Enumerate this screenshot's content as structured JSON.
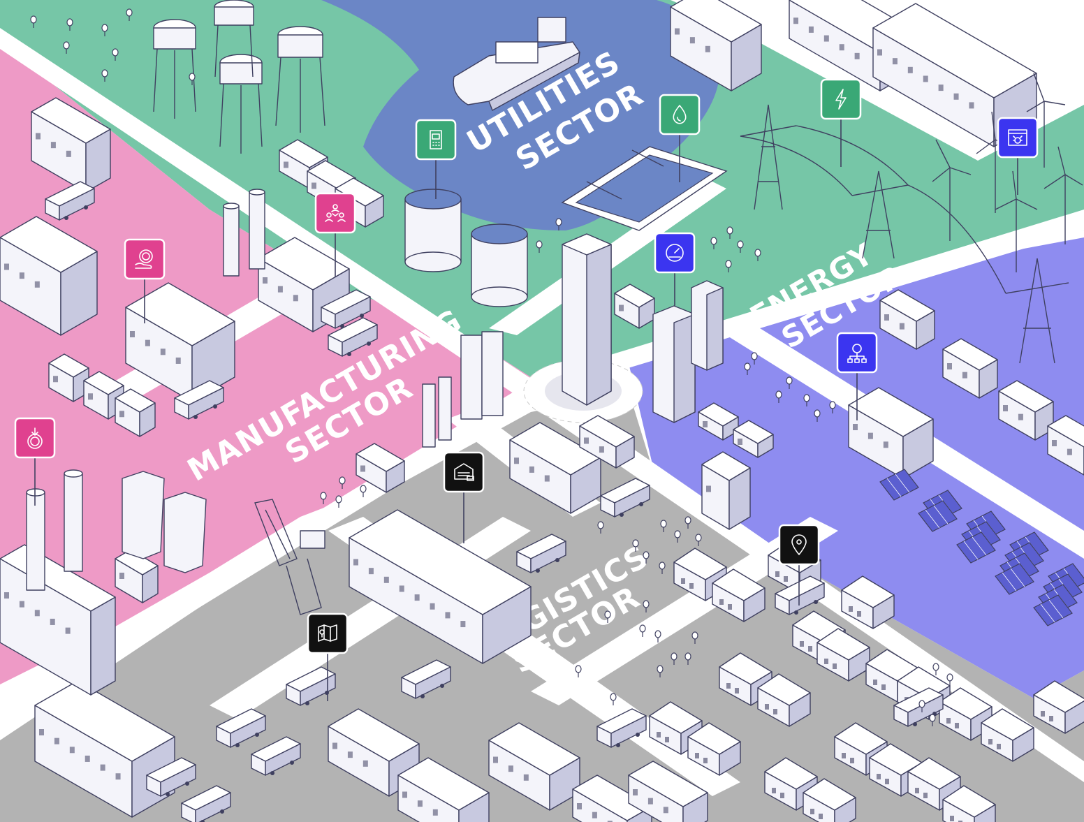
{
  "sectors": {
    "utilities": {
      "line1": "UTILITIES",
      "line2": "SECTOR",
      "color": "#6b86c6"
    },
    "energy": {
      "line1": "ENERGY",
      "line2": "SECTOR",
      "color": "#8e8cf0"
    },
    "manufacturing": {
      "line1": "MANUFACTURING",
      "line2": "SECTOR",
      "color": "#ee9ac6"
    },
    "logistics": {
      "line1": "LOGISTICS",
      "line2": "SECTOR",
      "color": "#b3b3b3"
    }
  },
  "colors": {
    "utilities_green": "#76c6a7",
    "utilities_water": "#6b86c6",
    "energy_purple": "#8e8cf0",
    "manufacturing_pink": "#ee9ac6",
    "logistics_gray": "#b3b3b3",
    "pin_green": "#3aa876",
    "pin_blue": "#3b35f0",
    "pin_pink": "#e0418f",
    "pin_black": "#111111"
  },
  "pins": [
    {
      "icon": "handheld-meter-icon",
      "sector": "utilities"
    },
    {
      "icon": "water-drop-icon",
      "sector": "utilities"
    },
    {
      "icon": "lightning-bolt-icon",
      "sector": "utilities"
    },
    {
      "icon": "gauge-icon",
      "sector": "energy"
    },
    {
      "icon": "browser-bug-icon",
      "sector": "energy"
    },
    {
      "icon": "network-globe-icon",
      "sector": "energy"
    },
    {
      "icon": "team-exchange-icon",
      "sector": "manufacturing"
    },
    {
      "icon": "gear-hand-icon",
      "sector": "manufacturing"
    },
    {
      "icon": "gear-download-icon",
      "sector": "manufacturing"
    },
    {
      "icon": "warehouse-truck-icon",
      "sector": "logistics"
    },
    {
      "icon": "location-pin-icon",
      "sector": "logistics"
    },
    {
      "icon": "map-route-icon",
      "sector": "logistics"
    }
  ]
}
